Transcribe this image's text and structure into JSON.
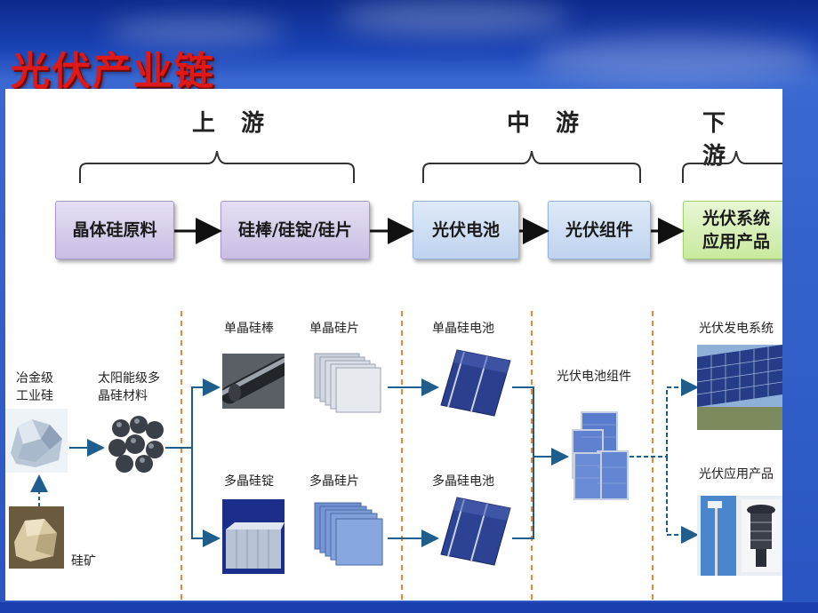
{
  "title": "光伏产业链",
  "stages": {
    "upstream": "上 游",
    "midstream": "中 游",
    "downstream": "下 游"
  },
  "flow": {
    "crystal_raw": "晶体硅原料",
    "rod_ingot_wafer": "硅棒/硅锭/硅片",
    "pv_cell": "光伏电池",
    "pv_module": "光伏组件",
    "pv_products_line1": "光伏系统",
    "pv_products_line2": "应用产品"
  },
  "items": {
    "metallurgical_si_1": "冶金级",
    "metallurgical_si_2": "工业硅",
    "silicon_ore": "硅矿",
    "solar_grade_1": "太阳能级多",
    "solar_grade_2": "晶硅材料",
    "mono_rod": "单晶硅棒",
    "mono_wafer": "单晶硅片",
    "poly_ingot": "多晶硅锭",
    "poly_wafer": "多晶硅片",
    "mono_cell": "单晶硅电池",
    "poly_cell": "多晶硅电池",
    "cell_module": "光伏电池组件",
    "power_system": "光伏发电系统",
    "applications": "光伏应用产品"
  },
  "colors": {
    "title": "#e01818",
    "arrow": "#1f5e8c",
    "divider": "#e8873a",
    "background": "#1a43b5"
  }
}
